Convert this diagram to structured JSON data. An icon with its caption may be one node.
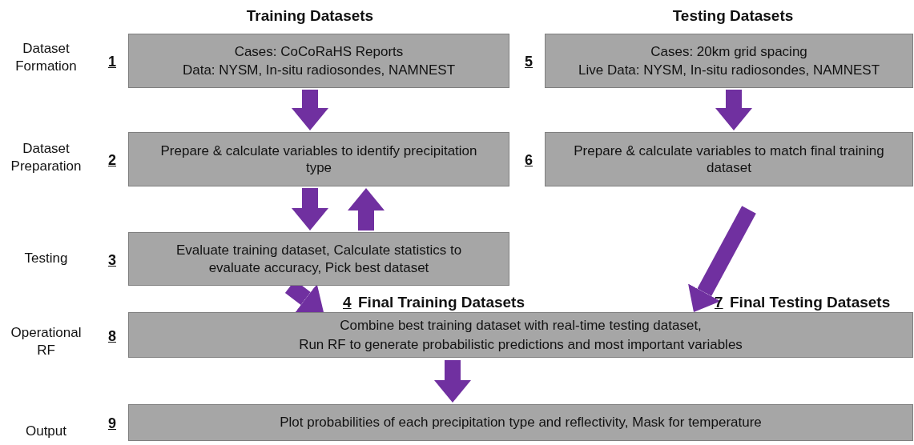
{
  "diagram": {
    "nodes": [
      {
        "text": [
          "Cases: CoCoRaHS Reports",
          "Data: NYSM, In-situ radiosondes, NAMNEST"
        ],
        "beside": [
          "1"
        ]
      },
      {
        "text": [
          "Prepare & calculate variables to identify precipitation type"
        ],
        "beside": [
          "2"
        ]
      },
      {
        "text": [
          "Evaluate training dataset, Calculate statistics to evaluate accuracy, Pick best dataset"
        ],
        "beside": [
          "3"
        ]
      },
      {
        "text": [
          "Cases: 20km grid spacing",
          "Live Data: NYSM, In-situ radiosondes, NAMNEST"
        ],
        "beside": [
          "5"
        ]
      },
      {
        "text": [
          "Prepare & calculate variables to match final training dataset"
        ],
        "beside": [
          "6"
        ]
      },
      {
        "text": [
          "Combine best training dataset with real-time testing dataset,",
          "Run RF to generate probabilistic predictions and most important variables"
        ],
        "beside": [
          "8"
        ]
      },
      {
        "text": [
          "Plot probabilities of each precipitation type and reflectivity, Mask for temperature"
        ],
        "beside": [
          "9"
        ]
      }
    ],
    "edges": [
      {
        "from": 0,
        "to": 1,
        "arrow": "to"
      },
      {
        "from": 1,
        "to": 2,
        "arrow": "to"
      },
      {
        "from": 2,
        "to": 1,
        "arrow": "to"
      },
      {
        "from": 3,
        "to": 4,
        "arrow": "to"
      },
      {
        "from": 4,
        "to": 5,
        "arrow": "to"
      },
      {
        "from": 2,
        "to": 5,
        "arrow": "to"
      },
      {
        "from": 5,
        "to": 6,
        "arrow": "to"
      }
    ],
    "labels": [
      "Training Datasets",
      "Testing Datasets",
      "Dataset Formation",
      "Dataset Preparation",
      "Testing",
      "4",
      "Final Training Datasets",
      "7",
      "Final Testing Datasets",
      "Operational RF",
      "Output"
    ]
  }
}
